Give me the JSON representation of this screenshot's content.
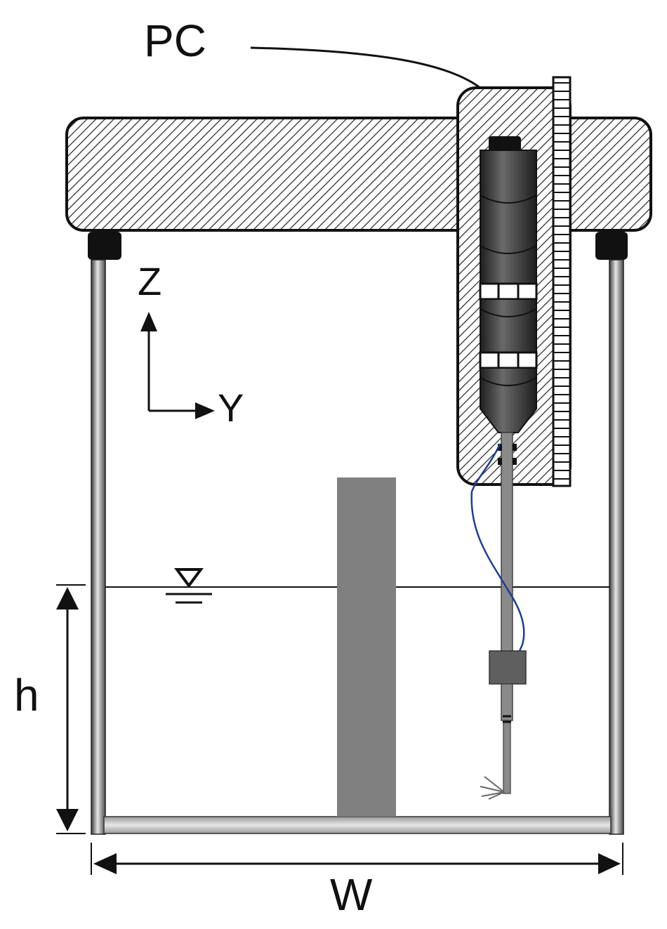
{
  "labels": {
    "pc": "PC",
    "z_axis": "Z",
    "y_axis": "Y",
    "water_depth": "h",
    "tank_width": "W"
  },
  "colors": {
    "line": "#111111",
    "obstacle": "#808080",
    "probe_stem": "#8a8a8a",
    "probe_block": "#5f5f5f",
    "probe_body": "#3a3a3a",
    "cable_blue": "#1f3f8f",
    "tank_wall_light": "#d9d9d9",
    "tank_wall_dark": "#4a4a4a"
  },
  "icons": {
    "water_surface": "water-surface-triangle-icon"
  }
}
